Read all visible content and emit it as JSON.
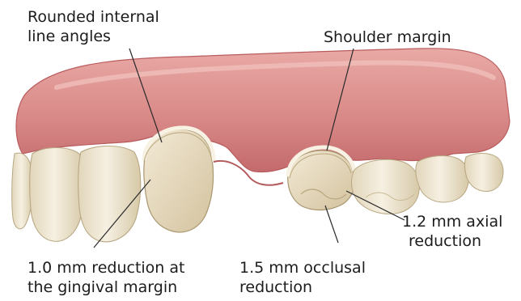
{
  "figure": {
    "labels": {
      "rounded_internal": [
        "Rounded internal",
        "line angles"
      ],
      "shoulder_margin": [
        "Shoulder margin"
      ],
      "axial_reduction": [
        "1.2 mm axial",
        "reduction"
      ],
      "gingival_reduction": [
        "1.0 mm reduction at",
        "the gingival margin"
      ],
      "occlusal_reduction": [
        "1.5 mm occlusal",
        "reduction"
      ]
    },
    "colors": {
      "gum": "#d98a88",
      "gum_shadow": "#b95c5e",
      "tooth": "#f1e9d7",
      "tooth_shadow": "#c9b993",
      "prepared_tooth": "#e9dcc0",
      "leader_line": "#2a2a2a",
      "text": "#1c1c1c"
    }
  }
}
